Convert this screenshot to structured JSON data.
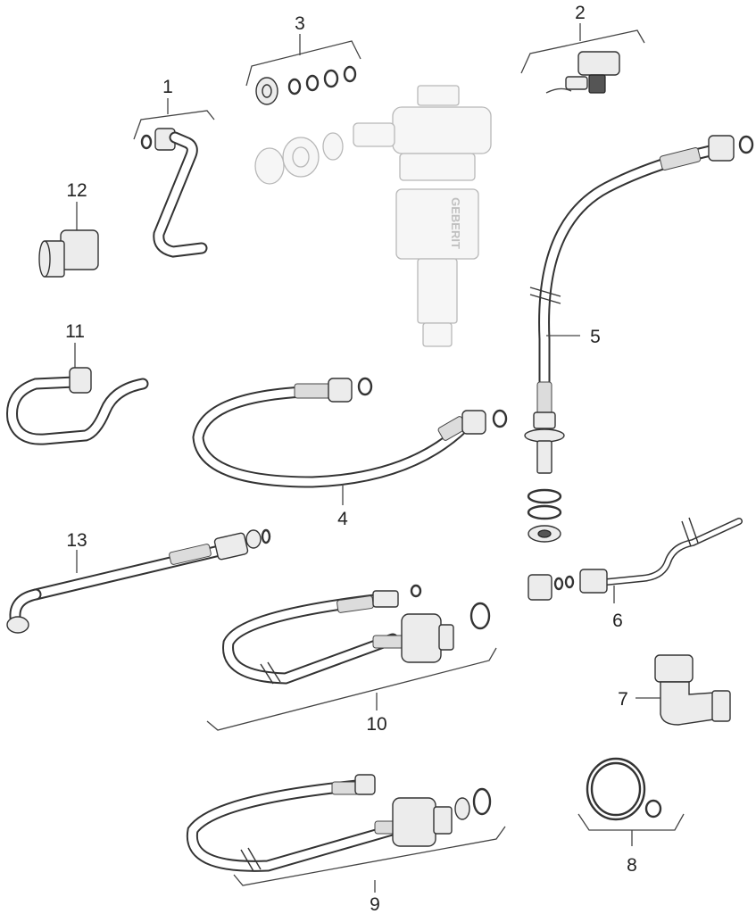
{
  "callouts": {
    "c1": "1",
    "c2": "2",
    "c3": "3",
    "c4": "4",
    "c5": "5",
    "c6": "6",
    "c7": "7",
    "c8": "8",
    "c9": "9",
    "c10": "10",
    "c11": "11",
    "c12": "12",
    "c13": "13"
  },
  "valve_brand_marking": "GEBERIT",
  "colors": {
    "line": "#333333",
    "faded_assembly": "#b8b8b8",
    "background": "#ffffff"
  }
}
